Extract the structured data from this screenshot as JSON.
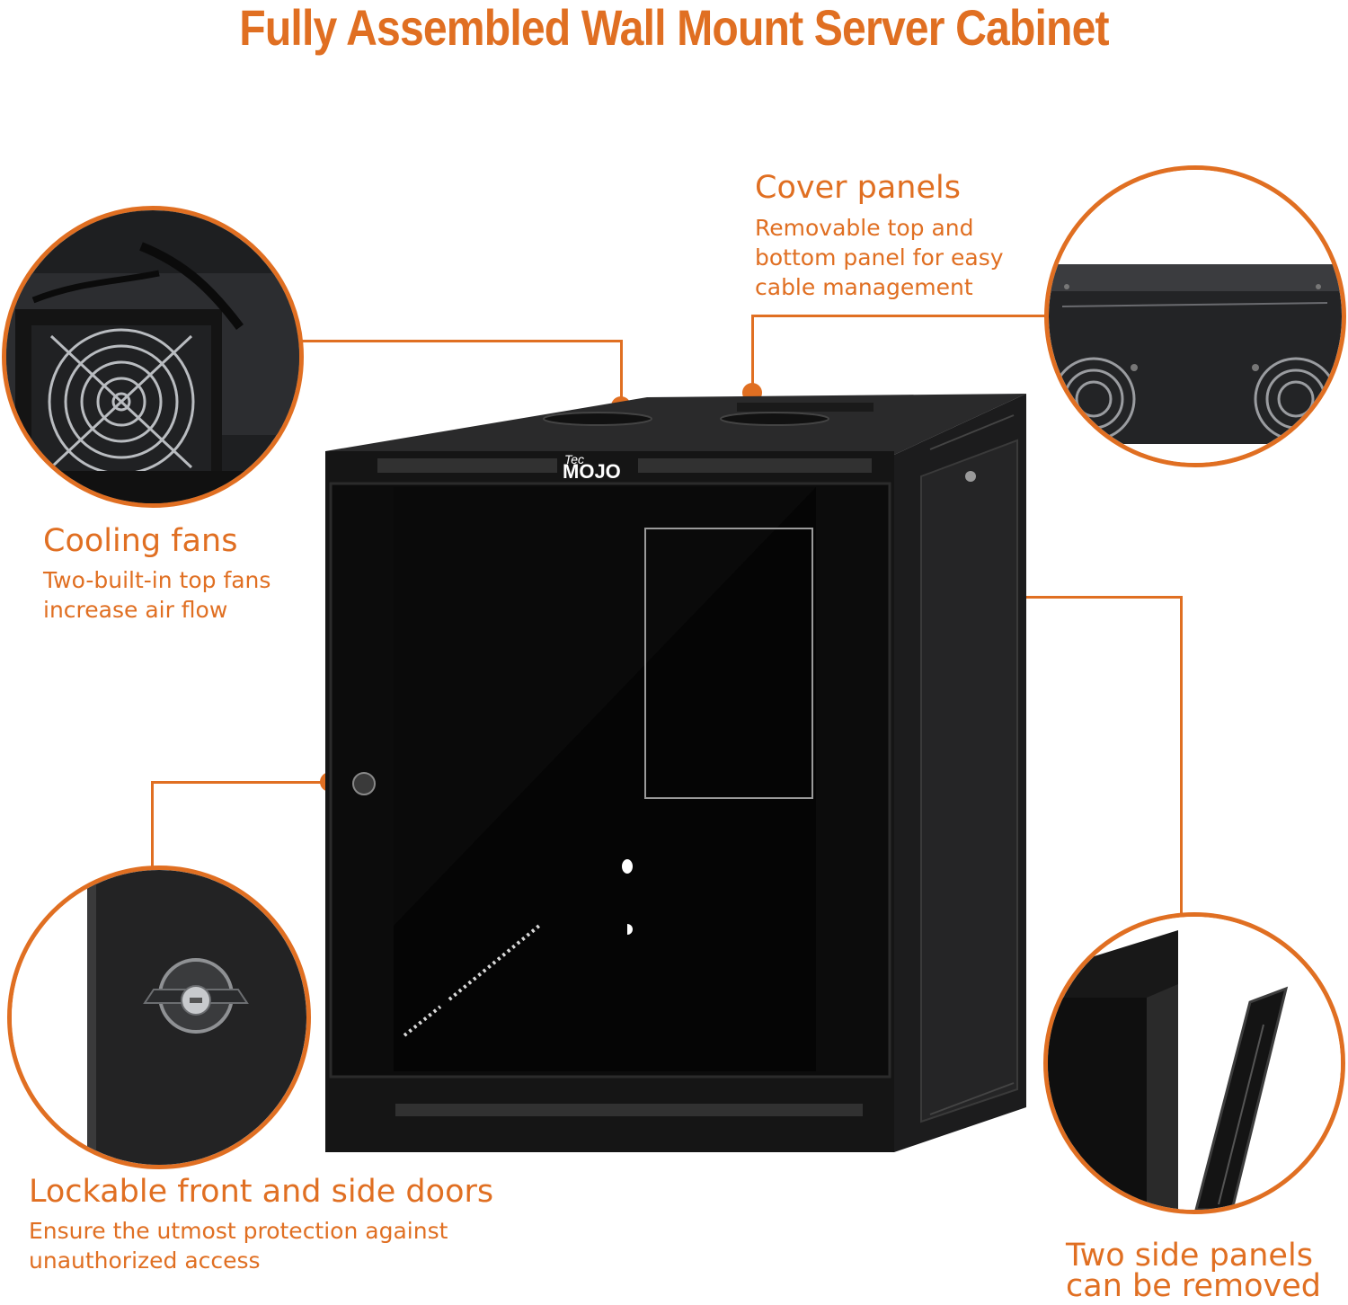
{
  "title": "Fully Assembled Wall Mount Server Cabinet",
  "colors": {
    "accent": "#e06f22",
    "cabinet": "#151515",
    "text": "#e06f22"
  },
  "brand": {
    "tec": "Tec",
    "mojo": "MOJO"
  },
  "callouts": {
    "cover_panels": {
      "title": "Cover panels",
      "desc": [
        "Removable top and",
        "bottom panel for easy",
        "cable management"
      ]
    },
    "cooling_fans": {
      "title": "Cooling fans",
      "desc": [
        "Two-built-in top fans",
        "increase air flow"
      ]
    },
    "lockable_doors": {
      "title": "Lockable front and side doors",
      "desc": [
        "Ensure the utmost protection against",
        "unauthorized access"
      ]
    },
    "side_panels": {
      "title": [
        "Two side panels",
        "can be removed"
      ]
    }
  }
}
